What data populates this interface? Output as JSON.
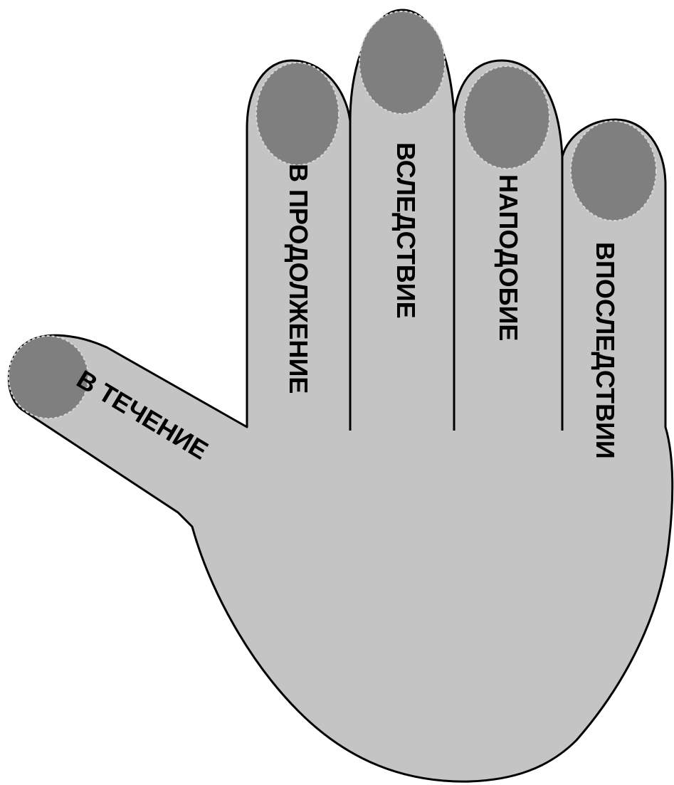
{
  "colors": {
    "background": "#ffffff",
    "skin": "#c4c4c4",
    "nail": "#7f7f7f",
    "outline": "#000000",
    "nail_outline": "#d8d8d8",
    "text": "#000000"
  },
  "fingers": {
    "thumb": {
      "label": "В ТЕЧЕНИЕ"
    },
    "index": {
      "label": "В ПРОДОЛЖЕНИЕ"
    },
    "middle": {
      "label": "ВСЛЕДСТВИЕ"
    },
    "ring": {
      "label": "НАПОДОБИЕ"
    },
    "little": {
      "label": "ВПОСЛЕДСТВИИ"
    }
  }
}
